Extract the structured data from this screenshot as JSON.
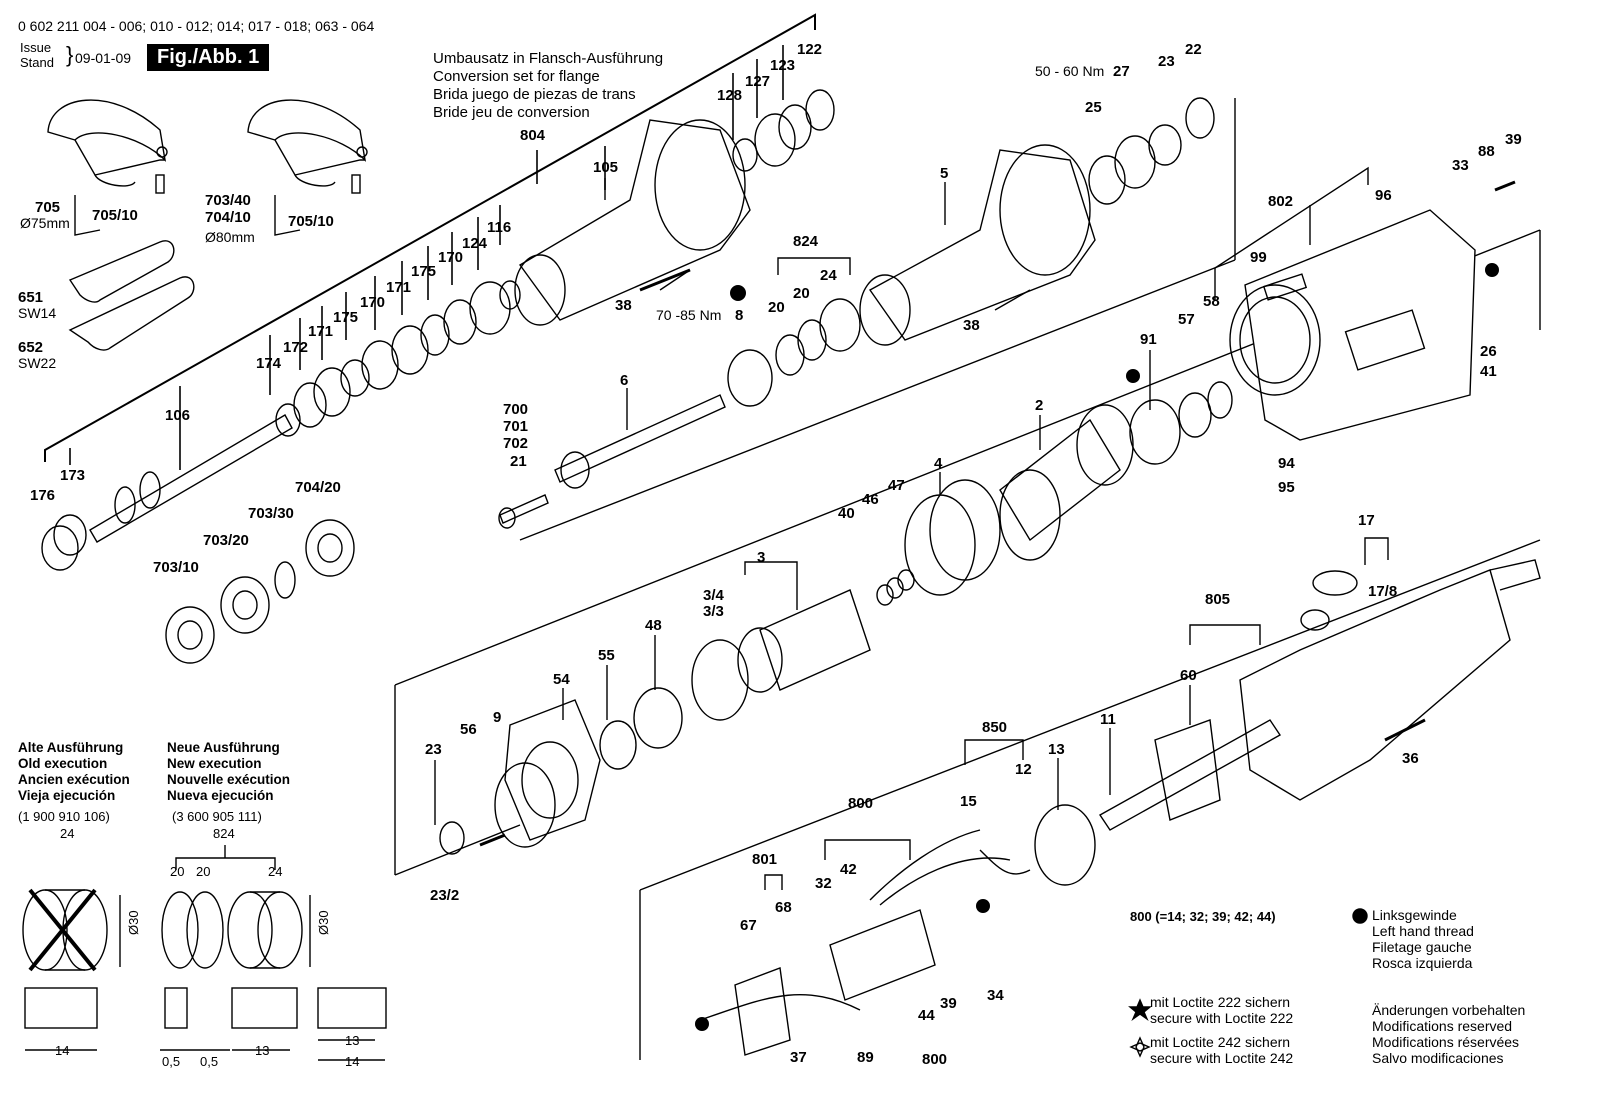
{
  "header": {
    "part_numbers": "0 602 211 004 - 006; 010 - 012; 014; 017 - 018; 063 - 064",
    "issue_label_1": "Issue",
    "issue_label_2": "Stand",
    "issue_date": "09-01-09",
    "fig_label": "Fig./Abb. 1"
  },
  "flange_note": [
    "Umbausatz in Flansch-Ausführung",
    "Conversion set for flange",
    "Brida juego de piezas de trans",
    "Bride jeu de conversion"
  ],
  "guards": {
    "a_dia": "Ø75mm",
    "b_dia": "Ø80mm"
  },
  "wrenches": {
    "w1_size": "SW14",
    "w2_size": "SW22"
  },
  "torques": {
    "t1": "50 - 60 Nm",
    "t2": "70 -85 Nm"
  },
  "part_labels": {
    "p705": "705",
    "p705_10a": "705/10",
    "p703_40": "703/40",
    "p704_10": "704/10",
    "p705_10b": "705/10",
    "p651": "651",
    "p652": "652",
    "p804": "804",
    "p105": "105",
    "p128": "128",
    "p127": "127",
    "p123": "123",
    "p122": "122",
    "p116": "116",
    "p124": "124",
    "p170a": "170",
    "p175a": "175",
    "p171a": "171",
    "p170b": "170",
    "p175b": "175",
    "p171b": "171",
    "p172": "172",
    "p174": "174",
    "p106": "106",
    "p173": "173",
    "p176": "176",
    "p704_20": "704/20",
    "p703_30": "703/30",
    "p703_20": "703/20",
    "p703_10": "703/10",
    "p38a": "38",
    "p8": "8",
    "p824": "824",
    "p20a": "20",
    "p20b": "20",
    "p24": "24",
    "p5": "5",
    "p38b": "38",
    "p25": "25",
    "p27": "27",
    "p23a": "23",
    "p22": "22",
    "p700": "700",
    "p701": "701",
    "p702": "702",
    "p21": "21",
    "p6": "6",
    "p33": "33",
    "p88": "88",
    "p39a": "39",
    "p802": "802",
    "p96": "96",
    "p99": "99",
    "p57": "57",
    "p58": "58",
    "p91": "91",
    "p26": "26",
    "p41": "41",
    "p94": "94",
    "p95": "95",
    "p2": "2",
    "p4": "4",
    "p47": "47",
    "p46": "46",
    "p40": "40",
    "p3": "3",
    "p3_4": "3/4",
    "p3_3": "3/3",
    "p48": "48",
    "p55": "55",
    "p54": "54",
    "p56": "56",
    "p9": "9",
    "p23b": "23",
    "p23_2": "23/2",
    "p17": "17",
    "p17_8": "17/8",
    "p805": "805",
    "p60": "60",
    "p36": "36",
    "p11": "11",
    "p13": "13",
    "p850": "850",
    "p12": "12",
    "p15": "15",
    "p800a": "800",
    "p32": "32",
    "p42": "42",
    "p801": "801",
    "p67": "67",
    "p68": "68",
    "p37": "37",
    "p89": "89",
    "p44": "44",
    "p39b": "39",
    "p800b": "800",
    "p34": "34"
  },
  "old_execution": {
    "lines": [
      "Alte Ausführung",
      "Old execution",
      "Ancien exécution",
      "Vieja ejecución"
    ],
    "part_no": "(1 900 910 106)",
    "label": "24",
    "dia": "Ø30",
    "width": "14"
  },
  "new_execution": {
    "lines": [
      "Neue Ausführung",
      "New execution",
      "Nouvelle exécution",
      "Nueva ejecución"
    ],
    "part_no": "(3 600 905 111)",
    "label": "824",
    "sub": [
      "20",
      "20",
      "24"
    ],
    "dia": "Ø30",
    "dims": [
      "0,5",
      "0,5",
      "13",
      "13",
      "14"
    ]
  },
  "kit_note": "800 (=14; 32; 39; 42; 44)",
  "loctite": [
    {
      "l1": "mit Loctite 222 sichern",
      "l2": "secure with Loctite 222"
    },
    {
      "l1": "mit Loctite 242 sichern",
      "l2": "secure with Loctite 242"
    }
  ],
  "left_thread": [
    "Linksgewinde",
    "Left hand thread",
    "Filetage gauche",
    "Rosca izquierda"
  ],
  "modifications": [
    "Änderungen vorbehalten",
    "Modifications reserved",
    "Modifications réservées",
    "Salvo modificaciones"
  ]
}
